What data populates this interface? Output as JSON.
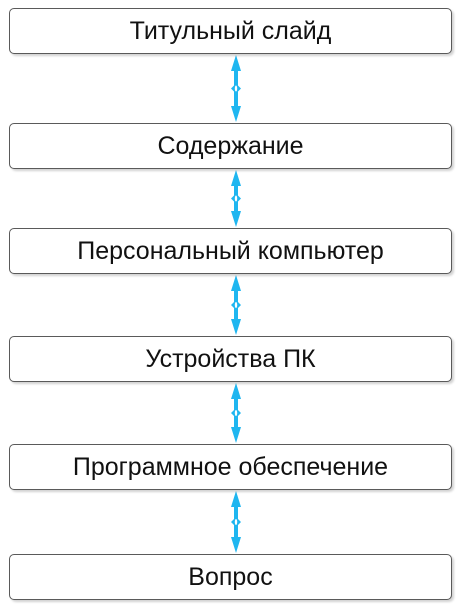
{
  "colors": {
    "arrow": "#1fb6f0",
    "border": "#5a5a5a",
    "text": "#111111"
  },
  "flow": {
    "nodes": [
      {
        "label": "Титульный слайд"
      },
      {
        "label": "Содержание"
      },
      {
        "label": "Персональный компьютер"
      },
      {
        "label": "Устройства ПК"
      },
      {
        "label": "Программное обеспечение"
      },
      {
        "label": "Вопрос"
      }
    ],
    "edges": [
      {
        "from": 0,
        "to": 1,
        "type": "bidirectional"
      },
      {
        "from": 1,
        "to": 2,
        "type": "bidirectional"
      },
      {
        "from": 2,
        "to": 3,
        "type": "bidirectional"
      },
      {
        "from": 3,
        "to": 4,
        "type": "bidirectional"
      },
      {
        "from": 4,
        "to": 5,
        "type": "bidirectional"
      }
    ]
  }
}
